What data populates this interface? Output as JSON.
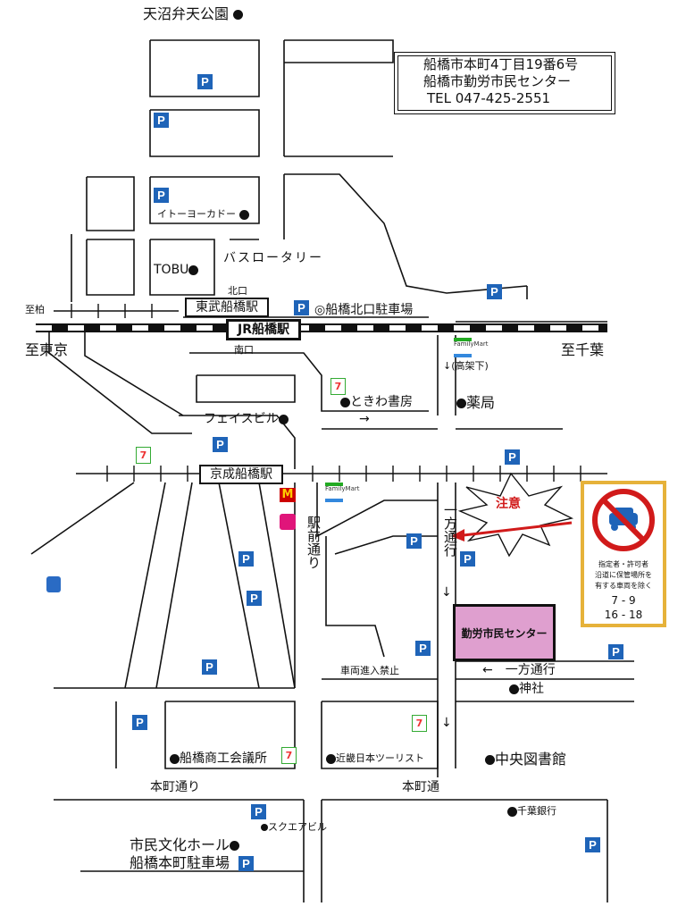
{
  "address": {
    "line1": "船橋市本町4丁目19番6号",
    "line2": "船橋市勤労市民センター",
    "line3": "TEL 047-425-2551"
  },
  "labels": {
    "amanuma_park": "天沼弁天公園",
    "itoyokado": "イトーヨーカドー",
    "tobu": "TOBU",
    "bus_rotary": "バスロータリー",
    "north_exit": "北口",
    "to_kashiwa": "至柏",
    "tobu_station": "東武船橋駅",
    "north_parking": "◎船橋北口駐車場",
    "jr_station": "JR船橋駅",
    "to_tokyo": "至東京",
    "south_exit": "南口",
    "to_chiba": "至千葉",
    "under_viaduct": "↓(高架下)",
    "tokiwa_books": "ときわ書房",
    "pharmacy": "薬局",
    "face_building": "フェイスビル",
    "keisei_station": "京成船橋駅",
    "caution": "注意",
    "ekimae_street": "駅前通り",
    "one_way_vertical": "一方通行",
    "kinro_center": "勤労市民センター",
    "no_entry": "車両進入禁止",
    "one_way": "←　一方通行",
    "shrine": "神社",
    "chamber_commerce": "船橋商工会議所",
    "kinki_tourist": "近畿日本ツーリスト",
    "central_library": "中央図書館",
    "honcho_dori": "本町通り",
    "honcho_dori2": "本町通",
    "chiba_bank": "千葉銀行",
    "square_building": "スクエアビル",
    "culture_hall": "市民文化ホール",
    "honcho_parking": "船橋本町駐車場",
    "arrow_right": "→",
    "arrow_down": "↓",
    "seven_eleven": "7",
    "mcdonalds": "M",
    "familymart": "FamilyMart"
  },
  "notice": {
    "line1": "指定者・許可者",
    "line2": "沿道に保管場所を",
    "line3": "有する車両を除く",
    "time1": "7 - 9",
    "time2": "16 - 18"
  },
  "parking_label": "P",
  "colors": {
    "parking": "#1f64b8",
    "center": "#df9fcf",
    "caution_red": "#d11a1a",
    "notice_border": "#e6b23a"
  }
}
